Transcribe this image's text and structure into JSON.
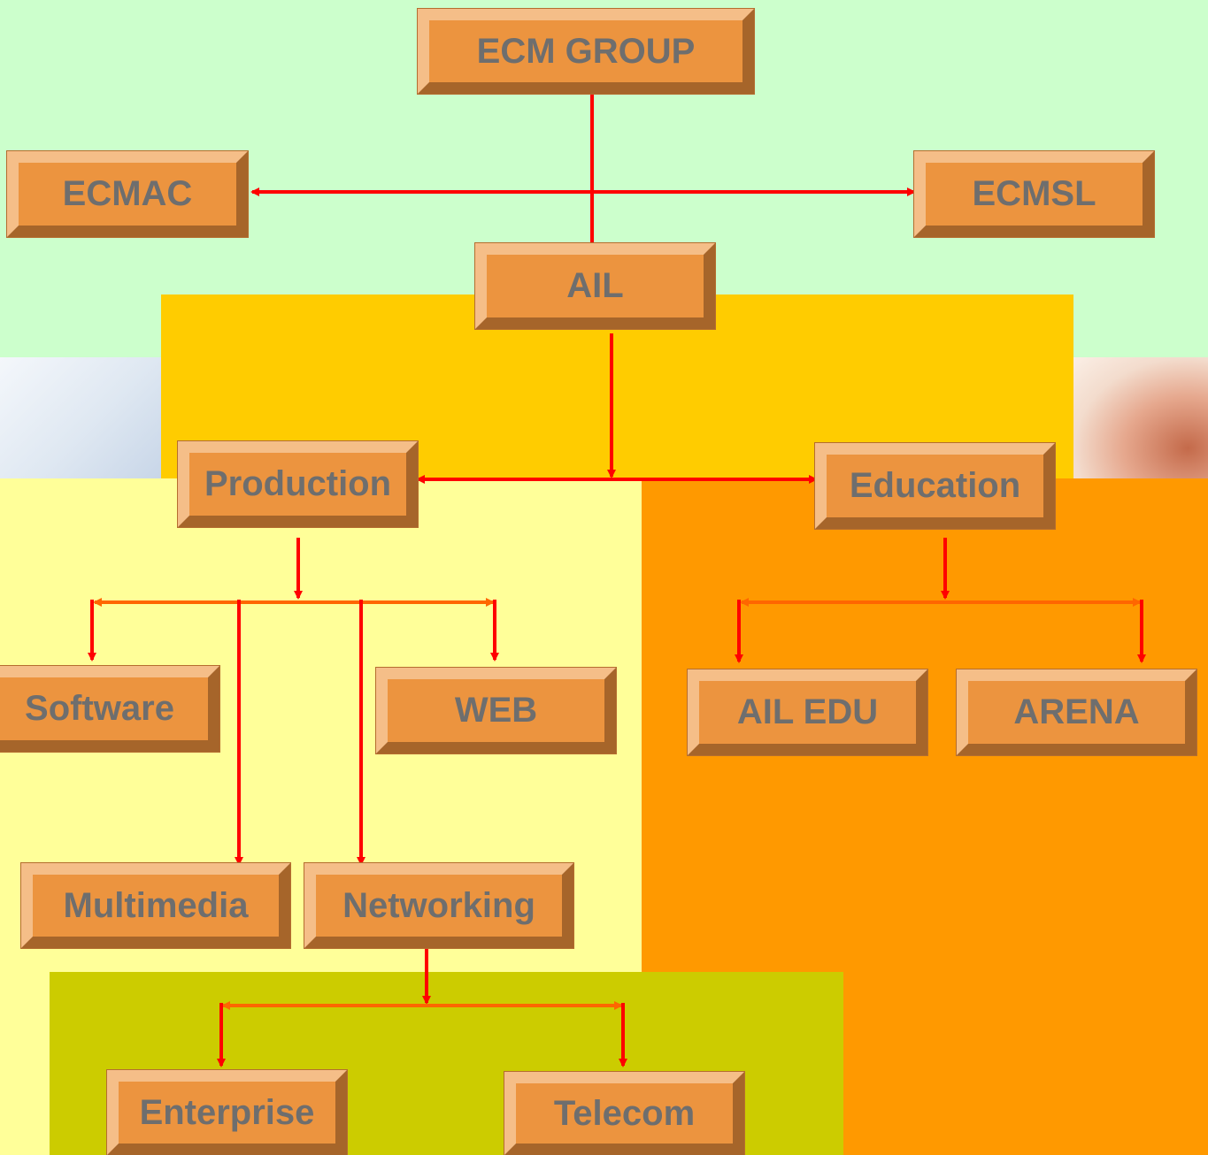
{
  "diagram": {
    "nodes": {
      "ecm_group": "ECM GROUP",
      "ecmac": "ECMAC",
      "ecmsl": "ECMSL",
      "ail": "AIL",
      "production": "Production",
      "education": "Education",
      "software": "Software",
      "web": "WEB",
      "ail_edu": "AIL EDU",
      "arena": "ARENA",
      "multimedia": "Multimedia",
      "networking": "Networking",
      "enterprise": "Enterprise",
      "telecom": "Telecom"
    },
    "colors": {
      "box_fill": "#ec943f",
      "box_text": "#6e6e6e",
      "arrow_red": "#ff0000",
      "arrow_orange": "#ff6600",
      "bg_group": "#ccffcc",
      "bg_ail": "#ffcc00",
      "bg_production": "#ffff99",
      "bg_education": "#ff9900",
      "bg_networking": "#cccc00"
    }
  }
}
